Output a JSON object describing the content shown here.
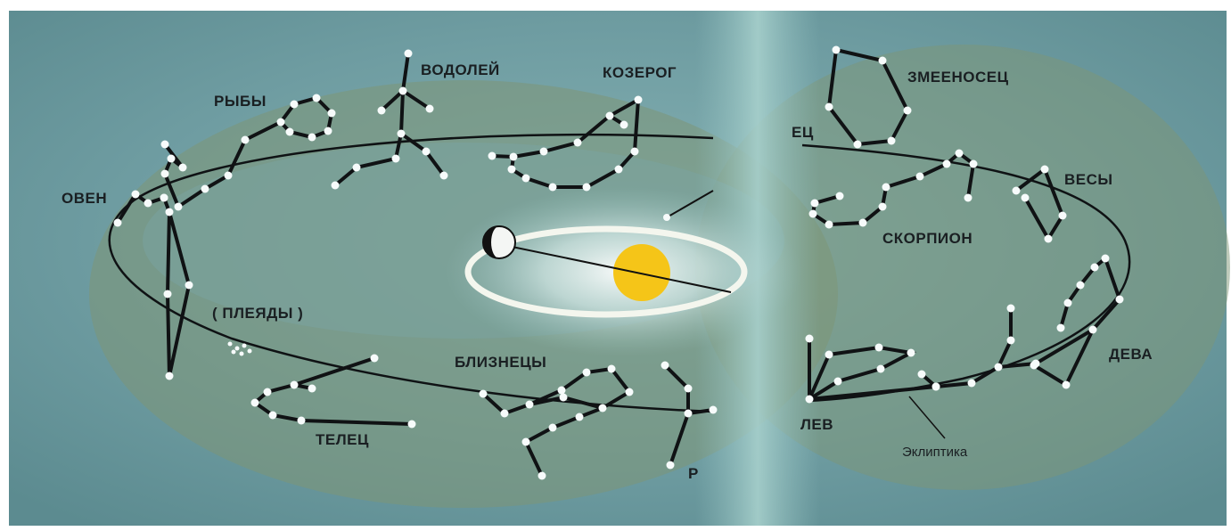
{
  "labels": {
    "pisces": "РЫБЫ",
    "aquarius": "ВОДОЛЕЙ",
    "capricorn": "КОЗЕРОГ",
    "aries": "ОВЕН",
    "pleiades": "( ПЛЕЯДЫ )",
    "gemini": "БЛИЗНЕЦЫ",
    "taurus": "ТЕЛЕЦ",
    "partial_r": "Р",
    "ophiuchus": "ЗМЕЕНОСЕЦ",
    "partial_ets": "ЕЦ",
    "libra": "ВЕСЫ",
    "scorpio": "СКОРПИОН",
    "virgo": "ДЕВА",
    "leo_partial": "ЛЕВ",
    "ecliptic": "Эклиптика"
  },
  "colors": {
    "background": "#6e9ca1",
    "band": "#7a9470",
    "sun": "#f5c518",
    "orbit": "#f4f6ee"
  }
}
